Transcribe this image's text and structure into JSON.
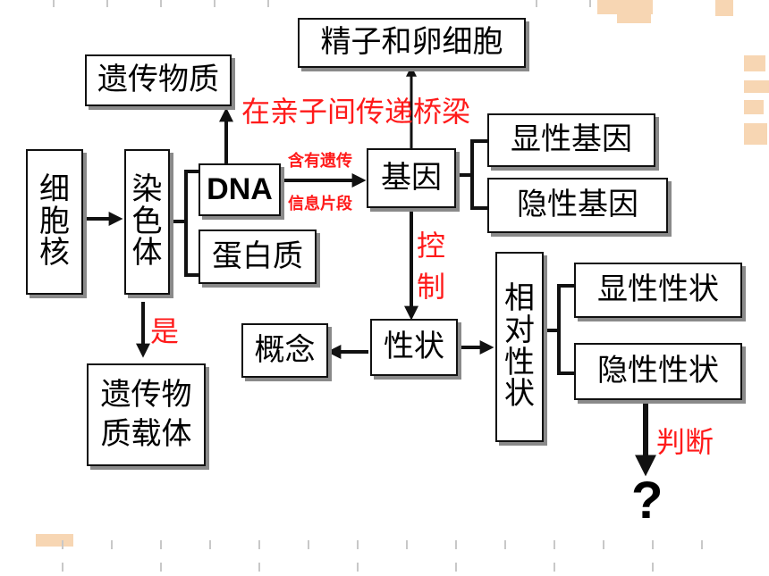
{
  "nodes": {
    "cell_nucleus": [
      "细",
      "胞",
      "核"
    ],
    "chromosome": [
      "染",
      "色",
      "体"
    ],
    "dna": "DNA",
    "protein": "蛋白质",
    "genetic_material": "遗传物质",
    "genetic_carrier": [
      "遗传物",
      "质载体"
    ],
    "sperm_egg": "精子和卵细胞",
    "gene": "基因",
    "dominant_gene": "显性基因",
    "recessive_gene": "隐性基因",
    "trait": "性状",
    "concept": "概念",
    "relative_trait": [
      "相",
      "对",
      "性",
      "状"
    ],
    "dominant_trait": "显性性状",
    "recessive_trait": "隐性性状"
  },
  "labels": {
    "bridge": "在亲子间传递桥梁",
    "contains_info_line1": "含有遗传",
    "contains_info_line2": "信息片段",
    "is": "是",
    "control": [
      "控",
      "制"
    ],
    "judge": "判断",
    "question": "?"
  },
  "colors": {
    "label_red": "#ff1a1a",
    "line_black": "#111111",
    "box_shadow": "#8a8a8a",
    "decor_orange": "#f6cfa6"
  }
}
